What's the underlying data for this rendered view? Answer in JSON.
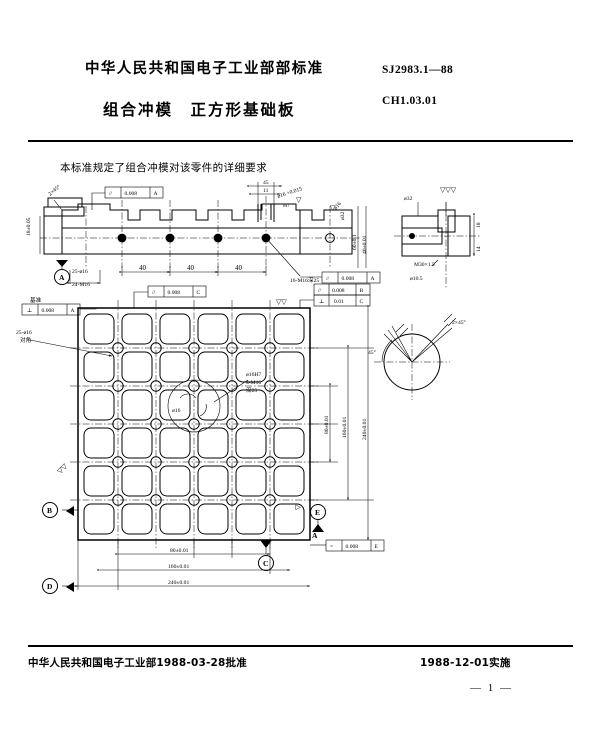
{
  "document": {
    "issuing_body": "中华人民共和国电子工业部部标准",
    "title": "组合冲模　正方形基础板",
    "standard_no": "SJ2983.1—88",
    "classification_no": "CH1.03.01",
    "scope_text": "本标准规定了组合冲模对该零件的详细要求",
    "approval_line": "中华人民共和国电子工业部1988-03-28批准",
    "effective_line": "1988-12-01实施",
    "page_number": "— 1 —"
  },
  "drawing": {
    "section_view": {
      "datum_label": "A",
      "pitch_dims": [
        "40",
        "40",
        "40"
      ],
      "hole_note_1": "25-ø16",
      "hole_note_2": "24-M16",
      "thread_note": "16-M16深25",
      "tolerance_frames": [
        {
          "symbol": "//",
          "value": "0.008",
          "datum": "A"
        },
        {
          "symbol": "//",
          "value": "0.008",
          "datum": "A"
        }
      ],
      "small_dims": [
        "11",
        "18",
        "45",
        "32",
        "60±0.1",
        "40±0.01",
        "M30×1.5",
        "ø10.5",
        "ø32"
      ],
      "surface_marks": [
        "▽",
        "▽▽▽"
      ]
    },
    "plan_view": {
      "grid_rows": 6,
      "grid_cols": 6,
      "hole_rows": 5,
      "hole_cols": 5,
      "corner_datums": [
        "A",
        "B",
        "C",
        "D",
        "E"
      ],
      "horizontal_dims": [
        "80±0.01",
        "160±0.01",
        "240±0.01"
      ],
      "vertical_dims": [
        "80±0.01",
        "160±0.01",
        "240±0.01"
      ],
      "hole_callout": "25-ø16\n对角",
      "center_detail_note": "ø16H7\n4-M16\n深25",
      "tolerance_frames": [
        {
          "symbol": "⊥",
          "value": "0.008",
          "datum": "A",
          "caption": "基准"
        },
        {
          "symbol": "//",
          "value": "0.008",
          "datum": "C"
        },
        {
          "symbol": "//",
          "value": "0.008",
          "datum": "B"
        },
        {
          "symbol": "⊥",
          "value": "0.01",
          "datum": "C"
        },
        {
          "symbol": "=",
          "value": "0.008",
          "datum": "E"
        }
      ],
      "surface_marks": [
        "▽▽",
        "▽▽"
      ]
    },
    "detail_circle": {
      "angle_label": "45°",
      "note": "2×45°"
    }
  }
}
